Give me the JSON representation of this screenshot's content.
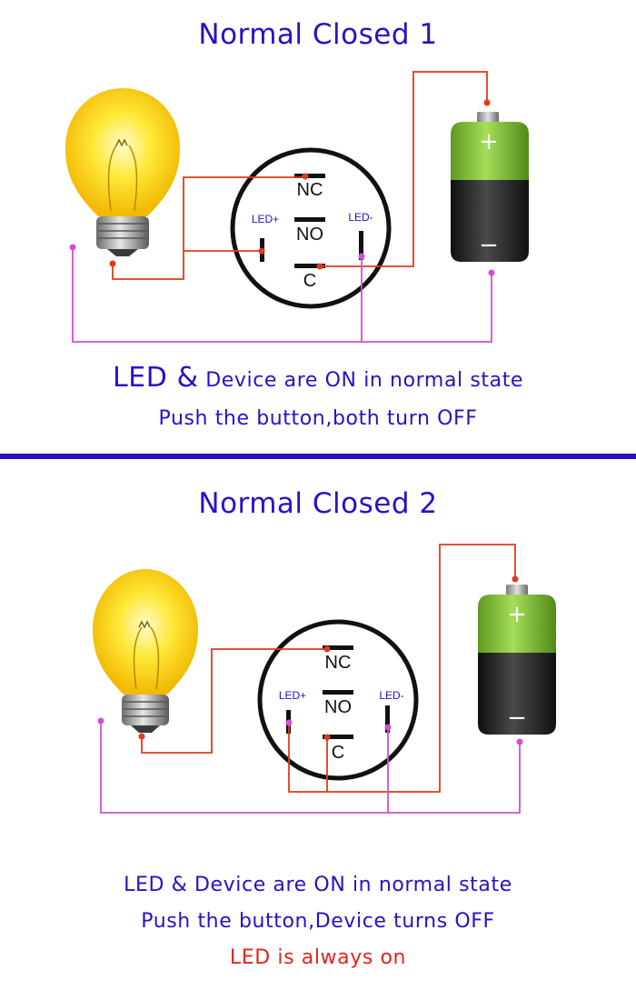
{
  "section1": {
    "title": "Normal Closed 1",
    "labels": {
      "nc": "NC",
      "no": "NO",
      "c": "C",
      "led_plus": "LED+",
      "led_minus": "LED-",
      "bat_plus": "+",
      "bat_minus": "−"
    },
    "caption_big": "LED &",
    "caption_rest": "Device are ON in normal state",
    "caption_line2": "Push the button,both turn OFF"
  },
  "section2": {
    "title": "Normal Closed 2",
    "labels": {
      "nc": "NC",
      "no": "NO",
      "c": "C",
      "led_plus": "LED+",
      "led_minus": "LED-",
      "bat_plus": "+",
      "bat_minus": "−"
    },
    "caption_line1": "LED & Device are ON in normal state",
    "caption_line2": "Push the button,Device turns OFF",
    "caption_line3": "LED is always on"
  },
  "colors": {
    "title": "#2a10c8",
    "red_wire": "#e23a1c",
    "magenta_wire": "#d14fd6",
    "battery_green": "#8cc63f",
    "battery_black": "#1a1a1a",
    "highlight_text": "#e0251d"
  }
}
